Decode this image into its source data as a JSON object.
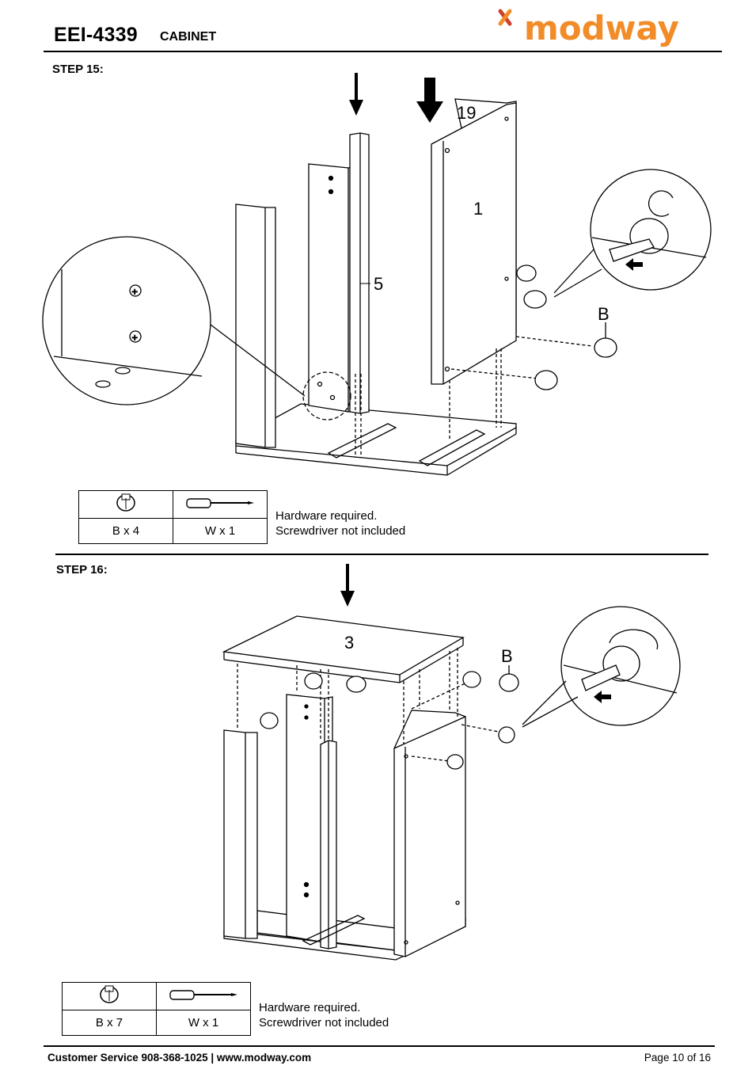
{
  "header": {
    "model": "EEI-4339",
    "product": "CABINET",
    "brand": "modway",
    "brand_color": "#f28c28"
  },
  "steps": [
    {
      "title": "STEP 15:",
      "labels": {
        "panel_a": "1",
        "panel_b": "5",
        "hardware": "B",
        "dowel": "19"
      },
      "hardware_table": {
        "item": "B x 4",
        "tool": "W x 1"
      },
      "note": [
        "Hardware required.",
        "Screwdriver not included"
      ]
    },
    {
      "title": "STEP 16:",
      "labels": {
        "panel_top": "3",
        "hardware": "B"
      },
      "hardware_table": {
        "item": "B x 7",
        "tool": "W x 1"
      },
      "note": [
        "Hardware required.",
        "Screwdriver not included"
      ]
    }
  ],
  "footer": {
    "contact": "Customer Service 908-368-1025 | www.modway.com",
    "page": "Page 10 of 16"
  }
}
